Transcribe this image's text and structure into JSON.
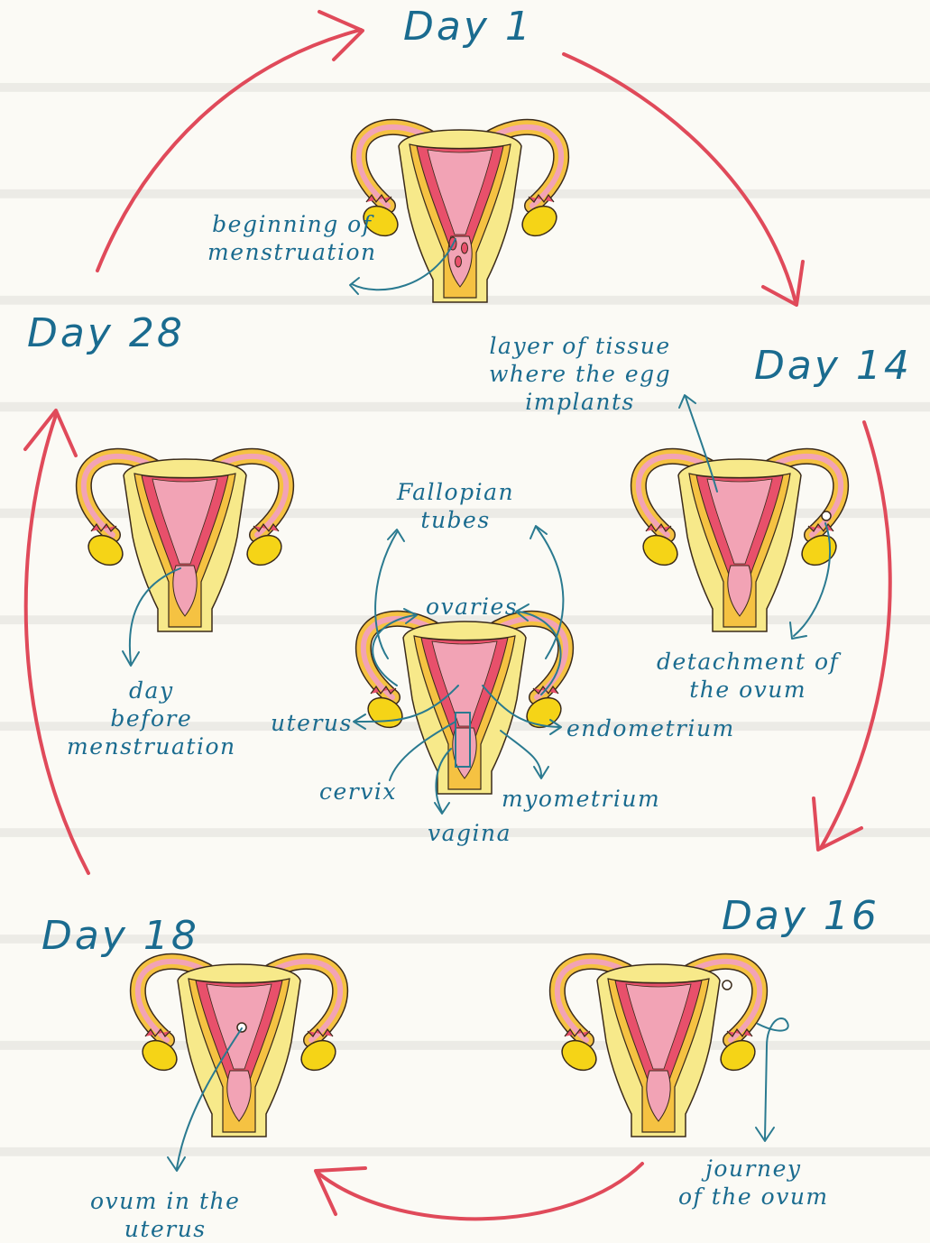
{
  "days": {
    "day1": "Day 1",
    "day14": "Day 14",
    "day16": "Day 16",
    "day18": "Day 18",
    "day28": "Day 28"
  },
  "labels": {
    "day1": [
      "beginning of",
      "menstruation"
    ],
    "day14": [
      "layer of tissue",
      "where the egg",
      "implants"
    ],
    "day14_ovum": [
      "detachment of",
      "the ovum"
    ],
    "day16": [
      "journey",
      "of the ovum"
    ],
    "day18": [
      "ovum in the",
      "uterus"
    ],
    "day28": [
      "day",
      "before",
      "menstruation"
    ]
  },
  "anatomy": {
    "fallopian": [
      "Fallopian",
      "tubes"
    ],
    "ovaries": "ovaries",
    "uterus": "uterus",
    "endometrium": "endometrium",
    "cervix": "cervix",
    "myometrium": "myometrium",
    "vagina": "vagina"
  },
  "colors": {
    "cycle_arrow": "#e04a5a",
    "label_text": "#1a6b8f",
    "pointer": "#2a7a90",
    "uterus_outer": "#f7e98a",
    "uterus_wall": "#f5c242",
    "endometrium": "#e8506b",
    "cavity": "#f2a3b5",
    "ovary": "#f5d417"
  }
}
